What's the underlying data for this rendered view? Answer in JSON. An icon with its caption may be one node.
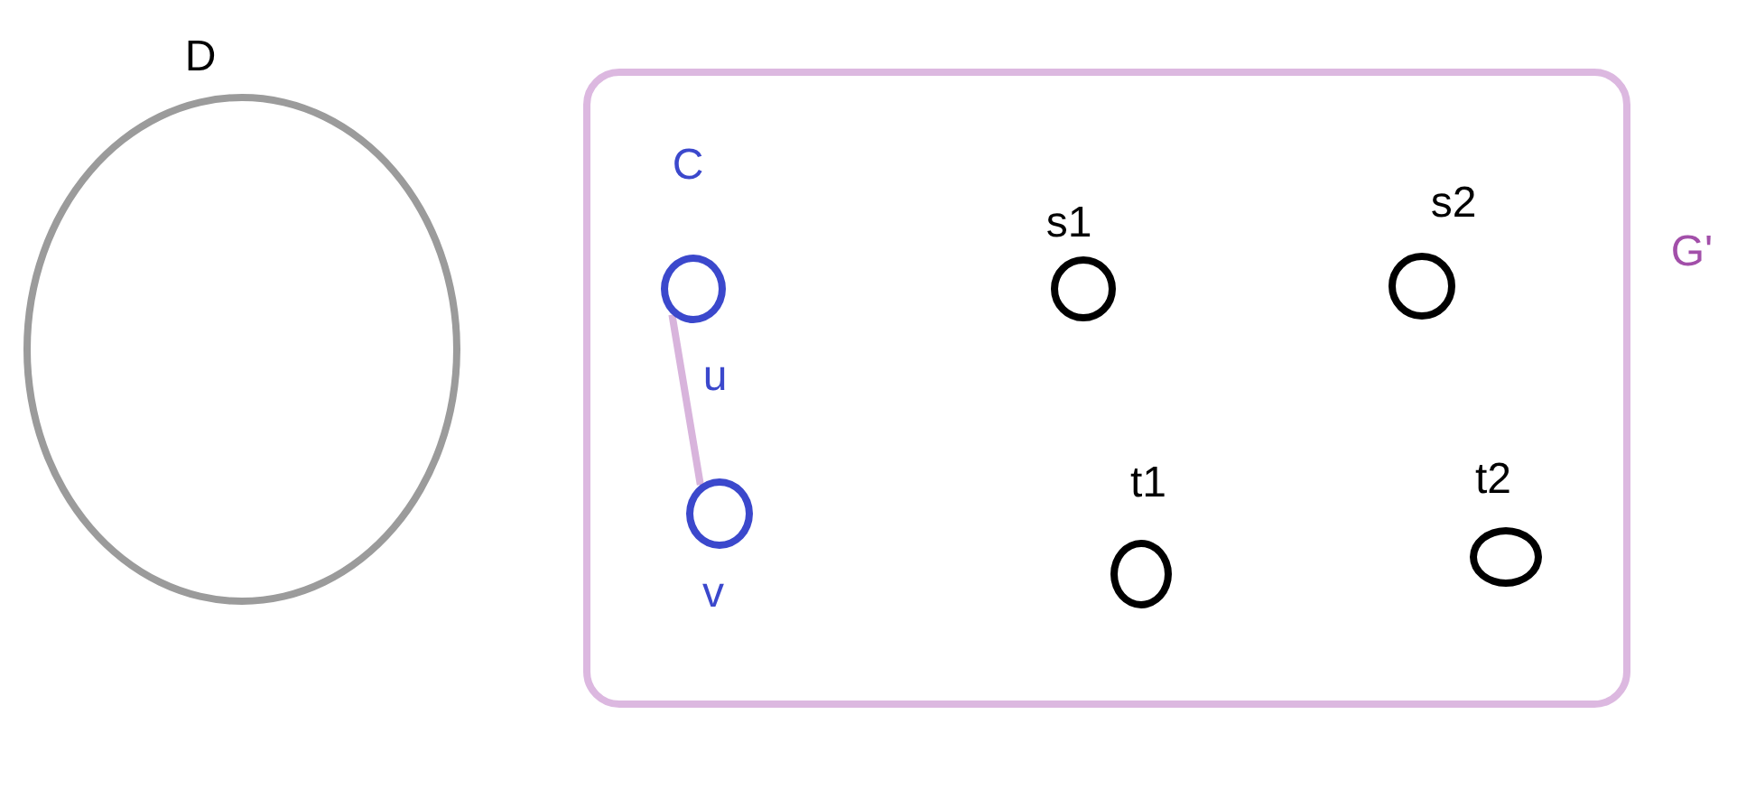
{
  "diagram": {
    "nodes": [
      {
        "text": [
          "D"
        ]
      },
      {
        "text": [
          "G'"
        ]
      },
      {
        "text": [
          "u"
        ],
        "in": 1
      },
      {
        "text": [
          "s1"
        ],
        "in": 1
      },
      {
        "text": [
          "s2"
        ],
        "in": 1
      },
      {
        "text": [
          "v"
        ],
        "in": 1
      },
      {
        "text": [
          "t1"
        ],
        "in": 1
      },
      {
        "text": [
          "t2"
        ],
        "in": 1
      }
    ],
    "edges": [
      {
        "from": 2,
        "to": 5,
        "arrow": "none"
      }
    ],
    "labels": [
      "C"
    ]
  }
}
